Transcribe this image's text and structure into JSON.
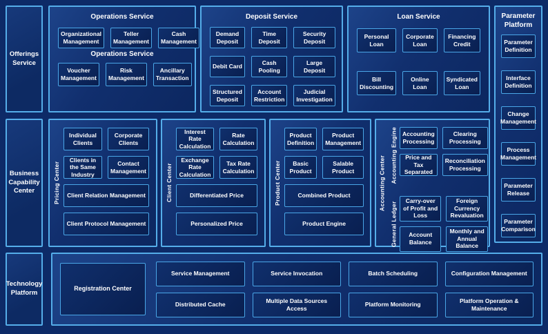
{
  "offerings": {
    "label": "Offerings Service"
  },
  "business_capability": {
    "label": "Business Capability Center"
  },
  "technology": {
    "label": "Technology Platform"
  },
  "operations": {
    "title": "Operations Service",
    "subtitle": "Operations Service",
    "row1": [
      "Organizational Management",
      "Teller Management",
      "Cash Management"
    ],
    "row2": [
      "Voucher Management",
      "Risk Management",
      "Ancillary Transaction"
    ]
  },
  "deposit": {
    "title": "Deposit Service",
    "boxes": [
      "Demand Deposit",
      "Time Deposit",
      "Security Deposit",
      "Debit Card",
      "Cash Pooling",
      "Large Deposit",
      "Structured Deposit",
      "Account Restriction",
      "Judicial Investigation"
    ]
  },
  "loan": {
    "title": "Loan Service",
    "boxes": [
      "Personal Loan",
      "Corporate Loan",
      "Financing Credit",
      "Bill Discounting",
      "Online Loan",
      "Syndicated Loan"
    ]
  },
  "parameter": {
    "title": "Parameter Platform",
    "boxes": [
      "Parameter Definition",
      "Interface Definition",
      "Change Management",
      "Process Management",
      "Parameter Release",
      "Parameter Comparison"
    ]
  },
  "pricing_center": {
    "side_label": "Pricing Center",
    "boxes": [
      "Individual Clients",
      "Corporate Clients",
      "Clients in the Same Industry",
      "Contact Management"
    ],
    "wide": [
      "Client Relation Management",
      "Client Protocol Management"
    ]
  },
  "client_center": {
    "side_label": "Client Center",
    "boxes": [
      "Interest Rate Calculation",
      "Rate Calculation",
      "Exchange Rate Calculation",
      "Tax Rate Calculation"
    ],
    "wide": [
      "Differentiated Price",
      "Personalized Price"
    ]
  },
  "product_center": {
    "side_label": "Product Center",
    "boxes": [
      "Product Definition",
      "Product Management",
      "Basic Product",
      "Salable Product"
    ],
    "wide": [
      "Combined Product",
      "Product Engine"
    ]
  },
  "accounting_center": {
    "side_label": "Accounting Center",
    "engine": {
      "label": "Accounting Engine",
      "boxes": [
        "Accounting Processing",
        "Clearing Processing",
        "Price and Tax Separated",
        "Reconciliation Processing"
      ]
    },
    "ledger": {
      "label": "General Ledger",
      "boxes": [
        "Carry-over of Profit and Loss",
        "Foreign Currency Revaluation",
        "Account Balance",
        "Monthly and Annual Balance"
      ]
    }
  },
  "bottom": {
    "registration": "Registration Center",
    "row1": [
      "Service Management",
      "Service Invocation",
      "Batch Scheduling",
      "Configuration Management"
    ],
    "row2": [
      "Distributed Cache",
      "Multiple Data Sources Access",
      "Platform Monitoring",
      "Platform Operation & Maintenance"
    ]
  },
  "colors": {
    "background": "#0d2a67",
    "border_accent": "#55aeea",
    "box_fill": "#0a2357",
    "text": "#ffffff"
  }
}
